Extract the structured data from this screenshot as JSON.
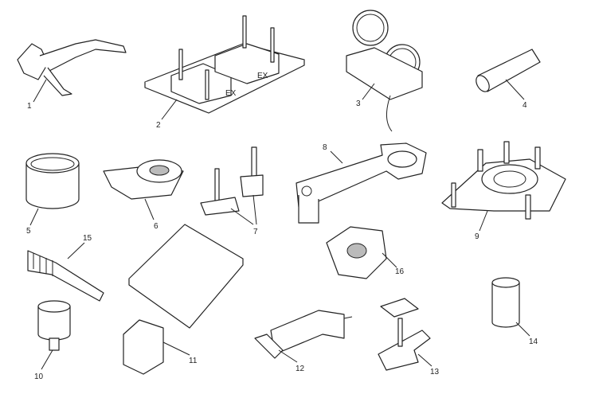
{
  "diagram": {
    "callouts": [
      {
        "id": "1",
        "text": "1"
      },
      {
        "id": "2",
        "text": "2"
      },
      {
        "id": "3",
        "text": "3"
      },
      {
        "id": "4",
        "text": "4"
      },
      {
        "id": "5",
        "text": "5"
      },
      {
        "id": "6",
        "text": "6"
      },
      {
        "id": "7",
        "text": "7"
      },
      {
        "id": "8",
        "text": "8"
      },
      {
        "id": "9",
        "text": "9"
      },
      {
        "id": "10",
        "text": "10"
      },
      {
        "id": "11",
        "text": "11"
      },
      {
        "id": "12",
        "text": "12"
      },
      {
        "id": "13",
        "text": "13"
      },
      {
        "id": "14",
        "text": "14"
      },
      {
        "id": "15",
        "text": "15"
      },
      {
        "id": "16",
        "text": "16"
      }
    ],
    "plate_markings": [
      "EX",
      "EX"
    ]
  }
}
